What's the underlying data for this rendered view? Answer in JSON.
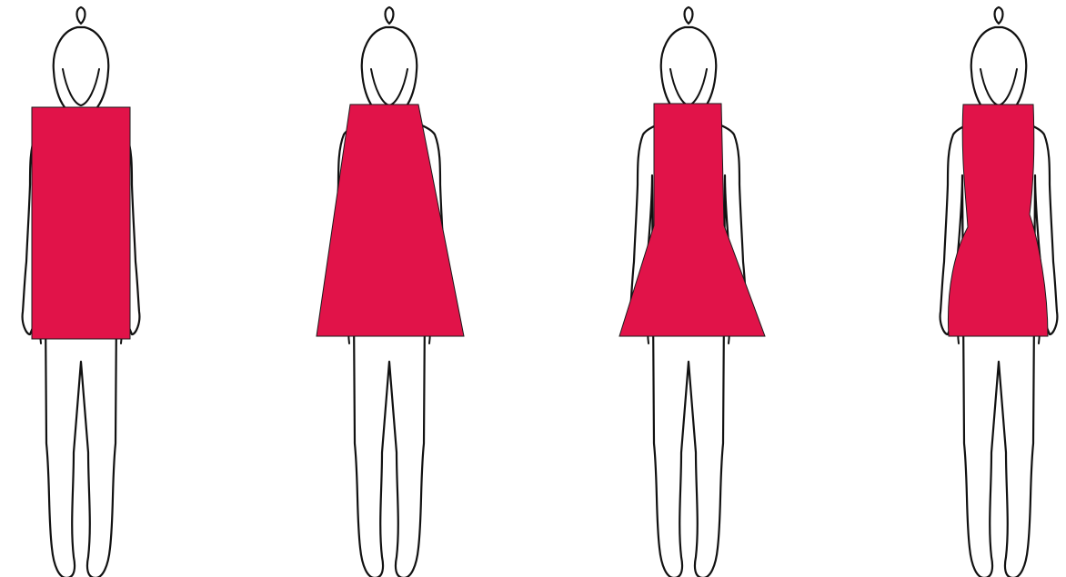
{
  "background_color": "#ffffff",
  "outline_color": "#111111",
  "dress_color": "#e11349",
  "figures": [
    {
      "silhouette": "rectangle"
    },
    {
      "silhouette": "trapeze"
    },
    {
      "silhouette": "a-line"
    },
    {
      "silhouette": "hourglass"
    }
  ]
}
